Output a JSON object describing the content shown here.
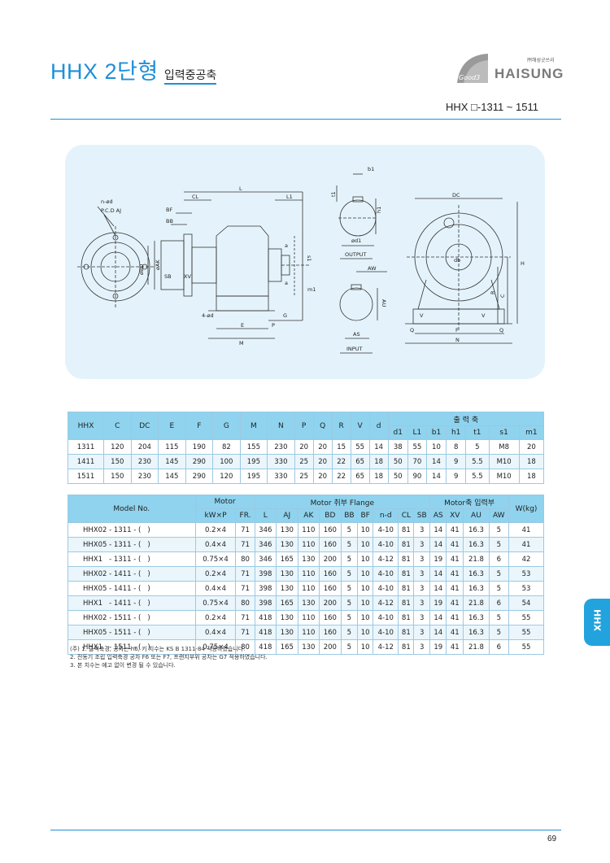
{
  "header": {
    "title_main": "HHX 2단형",
    "title_sub": "입력중공축",
    "brand_small": "㈜해성굿쓰리",
    "brand_name": "HAISUNG",
    "brand_badge": "Good3",
    "model_range": "HHX □-1311 ~ 1511"
  },
  "drawing": {
    "labels": {
      "nd": "n-ød",
      "pcd": "P.C.D AJ",
      "bf": "BF",
      "bb": "BB",
      "cl": "CL",
      "l": "L",
      "l1": "L1",
      "bd": "øBD",
      "ak": "øAK",
      "sb": "SB",
      "xv": "XV",
      "a": "a",
      "s1": "s1",
      "m1": "m1",
      "fourd": "4-ød",
      "e": "E",
      "p": "P",
      "g": "G",
      "m": "M",
      "b1": "b1",
      "t1": "t1",
      "h1": "h1",
      "d1": "ød1",
      "output": "OUTPUT",
      "aw": "AW",
      "au": "AU",
      "as": "AS",
      "input": "INPUT",
      "dc": "DC",
      "db": "db",
      "h": "H",
      "c": "C",
      "r": "R",
      "v": "V",
      "q": "Q",
      "f": "F",
      "n": "N"
    }
  },
  "table1": {
    "head_row1": [
      "HHX",
      "C",
      "DC",
      "E",
      "F",
      "G",
      "M",
      "N",
      "P",
      "Q",
      "R",
      "V",
      "d"
    ],
    "group_label": "출 력 축",
    "head_row2": [
      "d1",
      "L1",
      "b1",
      "h1",
      "t1",
      "s1",
      "m1"
    ],
    "rows": [
      [
        "1311",
        "120",
        "204",
        "115",
        "190",
        "82",
        "155",
        "230",
        "20",
        "20",
        "15",
        "55",
        "14",
        "38",
        "55",
        "10",
        "8",
        "5",
        "M8",
        "20"
      ],
      [
        "1411",
        "150",
        "230",
        "145",
        "290",
        "100",
        "195",
        "330",
        "25",
        "20",
        "22",
        "65",
        "18",
        "50",
        "70",
        "14",
        "9",
        "5.5",
        "M10",
        "18"
      ],
      [
        "1511",
        "150",
        "230",
        "145",
        "290",
        "120",
        "195",
        "330",
        "25",
        "20",
        "22",
        "65",
        "18",
        "50",
        "90",
        "14",
        "9",
        "5.5",
        "M10",
        "18"
      ]
    ]
  },
  "table2": {
    "model_label": "Model No.",
    "motor_label": "Motor",
    "flange_label": "Motor 취부 Flange",
    "input_label": "Motor축 입력부",
    "weight_label": "W(kg)",
    "motor_cols": [
      "kW×P",
      "FR."
    ],
    "flange_cols": [
      "L",
      "AJ",
      "AK",
      "BD",
      "BB",
      "BF",
      "n-d",
      "CL",
      "SB"
    ],
    "input_cols": [
      "AS",
      "XV",
      "AU",
      "AW"
    ],
    "rows": [
      [
        "HHX02 - 1311 - (   )",
        "0.2×4",
        "71",
        "346",
        "130",
        "110",
        "160",
        "5",
        "10",
        "4-10",
        "81",
        "3",
        "14",
        "41",
        "16.3",
        "5",
        "41"
      ],
      [
        "HHX05 - 1311 - (   )",
        "0.4×4",
        "71",
        "346",
        "130",
        "110",
        "160",
        "5",
        "10",
        "4-10",
        "81",
        "3",
        "14",
        "41",
        "16.3",
        "5",
        "41"
      ],
      [
        "HHX1   - 1311 - (   )",
        "0.75×4",
        "80",
        "346",
        "165",
        "130",
        "200",
        "5",
        "10",
        "4-12",
        "81",
        "3",
        "19",
        "41",
        "21.8",
        "6",
        "42"
      ],
      [
        "HHX02 - 1411 - (   )",
        "0.2×4",
        "71",
        "398",
        "130",
        "110",
        "160",
        "5",
        "10",
        "4-10",
        "81",
        "3",
        "14",
        "41",
        "16.3",
        "5",
        "53"
      ],
      [
        "HHX05 - 1411 - (   )",
        "0.4×4",
        "71",
        "398",
        "130",
        "110",
        "160",
        "5",
        "10",
        "4-10",
        "81",
        "3",
        "14",
        "41",
        "16.3",
        "5",
        "53"
      ],
      [
        "HHX1   - 1411 - (   )",
        "0.75×4",
        "80",
        "398",
        "165",
        "130",
        "200",
        "5",
        "10",
        "4-12",
        "81",
        "3",
        "19",
        "41",
        "21.8",
        "6",
        "54"
      ],
      [
        "HHX02 - 1511 - (   )",
        "0.2×4",
        "71",
        "418",
        "130",
        "110",
        "160",
        "5",
        "10",
        "4-10",
        "81",
        "3",
        "14",
        "41",
        "16.3",
        "5",
        "55"
      ],
      [
        "HHX05 - 1511 - (   )",
        "0.4×4",
        "71",
        "418",
        "130",
        "110",
        "160",
        "5",
        "10",
        "4-10",
        "81",
        "3",
        "14",
        "41",
        "16.3",
        "5",
        "55"
      ],
      [
        "HHX1   - 1511 - (   )",
        "0.75×4",
        "80",
        "418",
        "165",
        "130",
        "200",
        "5",
        "10",
        "4-12",
        "81",
        "3",
        "19",
        "41",
        "21.8",
        "6",
        "55"
      ]
    ]
  },
  "notes": [
    "(주)  1. 출력축경, 공차는 h6, 키 치수는 KS B 1311-84 적용하였습니다.",
    "        2. 전동기 조립 입력축경 공차 F6 또는 F7, 프랜지부위 공차는 G7 적용하였습니다.",
    "        3. 본 치수는 예고 없이 변경 될 수 있습니다."
  ],
  "side_tab": "HHX",
  "page_number": "69",
  "colors": {
    "accent": "#1f8fd8",
    "table_head": "#8fd3ee",
    "panel": "#e4f3fb",
    "tab": "#22a3dd"
  }
}
